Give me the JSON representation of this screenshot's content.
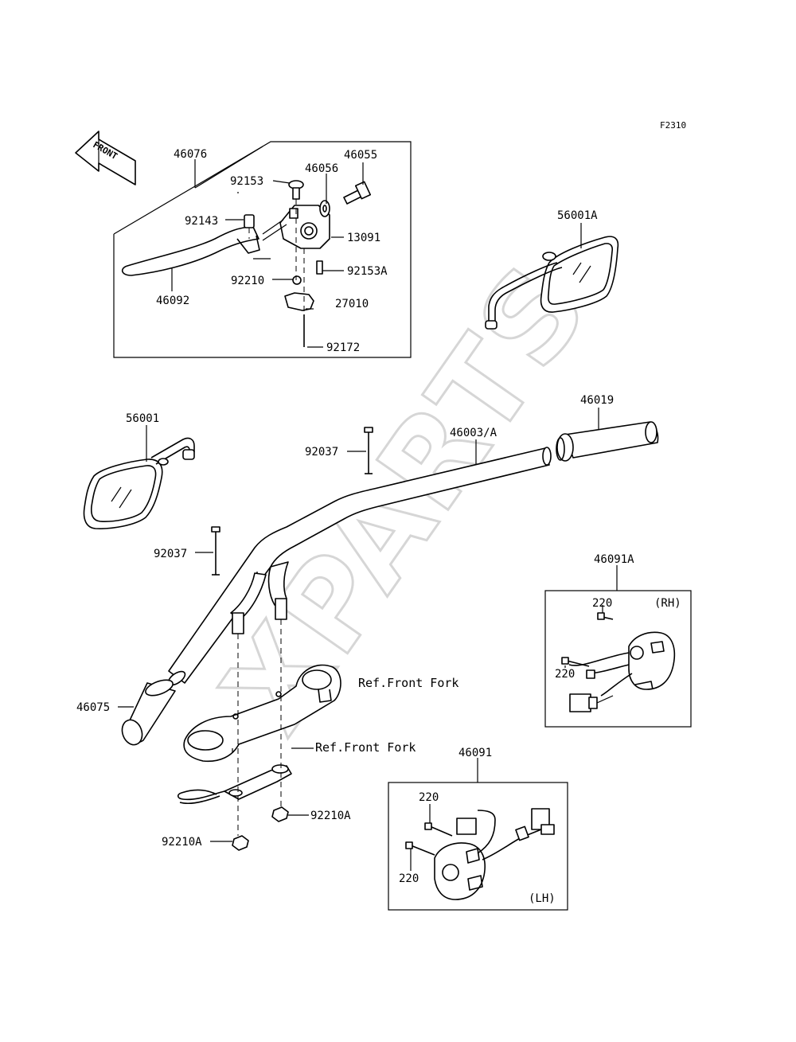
{
  "figure_code": "F2310",
  "front_arrow_label": "FRONT",
  "watermark": "XPARTS",
  "labels": {
    "p46076": "46076",
    "p46055": "46055",
    "p92153": "92153",
    "p46056": "46056",
    "p92143": "92143",
    "p13091": "13091",
    "p92153A": "92153A",
    "p92210": "92210",
    "p46092": "46092",
    "p27010": "27010",
    "p92172": "92172",
    "p56001A": "56001A",
    "p56001": "56001",
    "p46019": "46019",
    "p92037_top": "92037",
    "p46003A": "46003/A",
    "p92037_left": "92037",
    "p46091A": "46091A",
    "p220_rh_top": "220",
    "rh_tag": "(RH)",
    "p220_rh_left": "220",
    "ref_fork_1": "Ref.Front Fork",
    "p46075": "46075",
    "ref_fork_2": "Ref.Front Fork",
    "p46091": "46091",
    "p220_lh_top": "220",
    "p92210A_right": "92210A",
    "p220_lh_left": "220",
    "p92210A_left": "92210A",
    "lh_tag": "(LH)"
  }
}
